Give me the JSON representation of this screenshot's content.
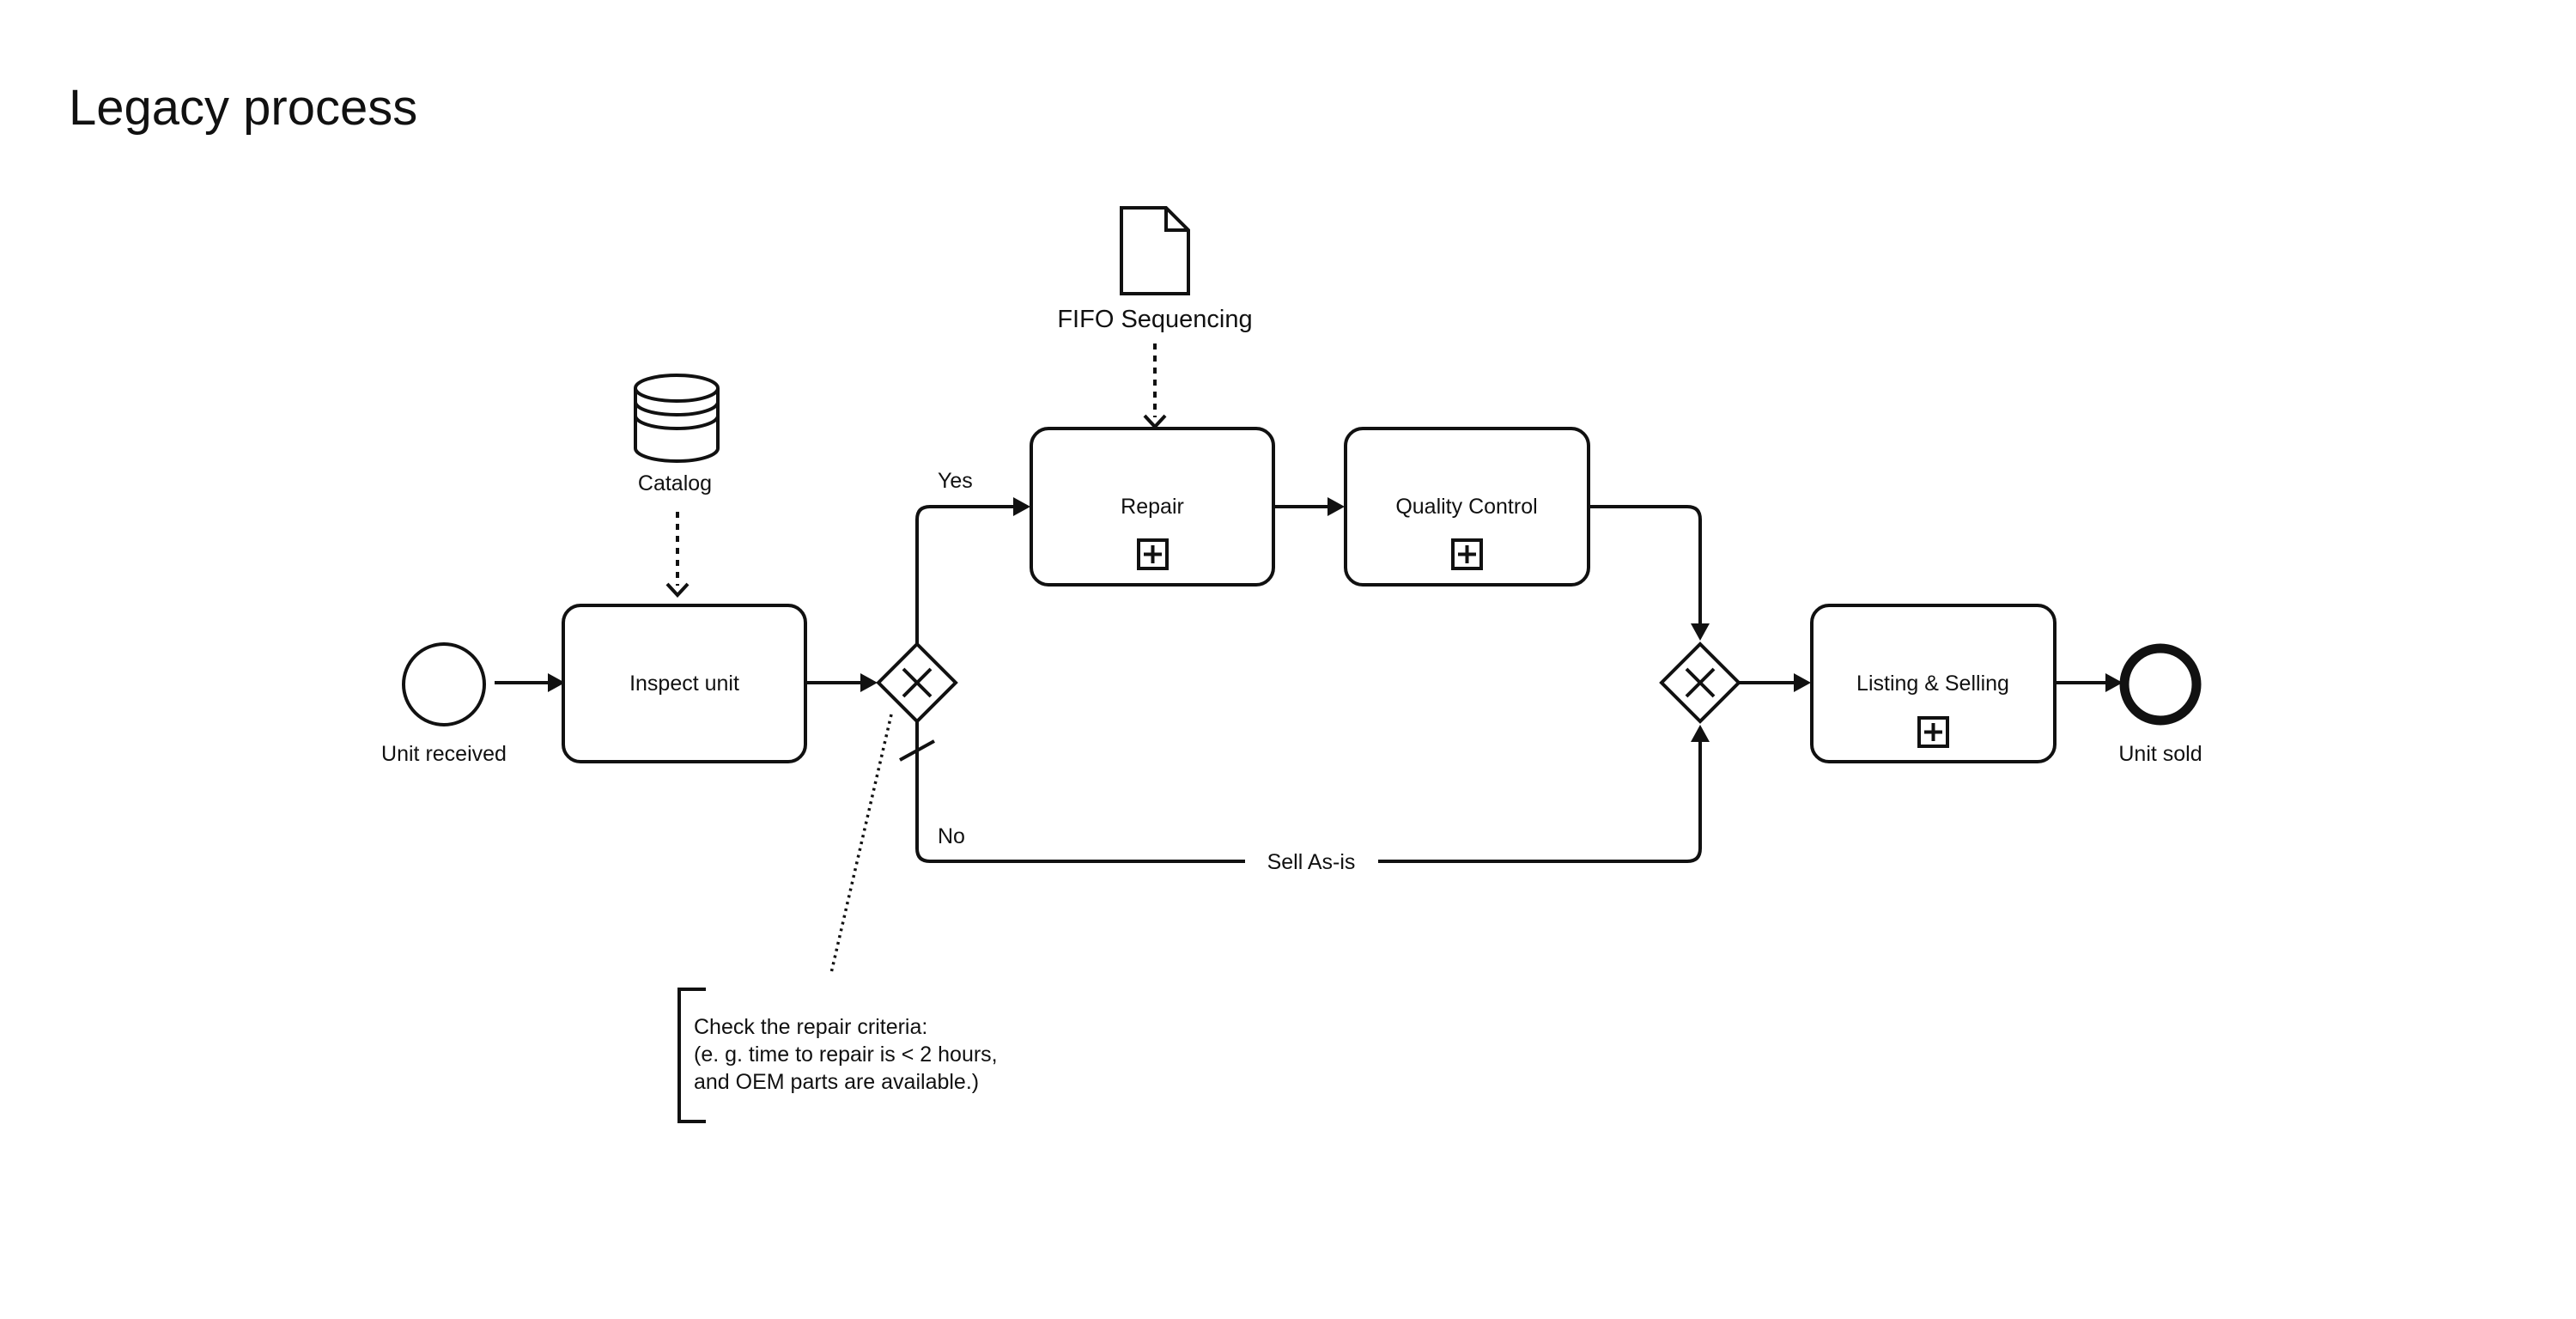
{
  "title": "Legacy process",
  "events": {
    "start": {
      "label": "Unit received"
    },
    "end": {
      "label": "Unit sold"
    }
  },
  "tasks": {
    "inspect": {
      "label": "Inspect unit"
    },
    "repair": {
      "label": "Repair"
    },
    "quality": {
      "label": "Quality Control"
    },
    "listing": {
      "label": "Listing & Selling"
    }
  },
  "data_objects": {
    "catalog": {
      "label": "Catalog",
      "kind": "data-store"
    },
    "fifo": {
      "label": "FIFO Sequencing",
      "kind": "data-object"
    }
  },
  "gateways": {
    "split": {
      "kind": "exclusive"
    },
    "merge": {
      "kind": "exclusive"
    }
  },
  "flows": {
    "yes": {
      "label": "Yes"
    },
    "no": {
      "label": "No"
    },
    "sell_as_is": {
      "label": "Sell As-is"
    }
  },
  "annotation": {
    "lines": [
      "Check the repair criteria:",
      "(e. g. time to repair is < 2 hours,",
      "and OEM parts are available.)"
    ]
  }
}
